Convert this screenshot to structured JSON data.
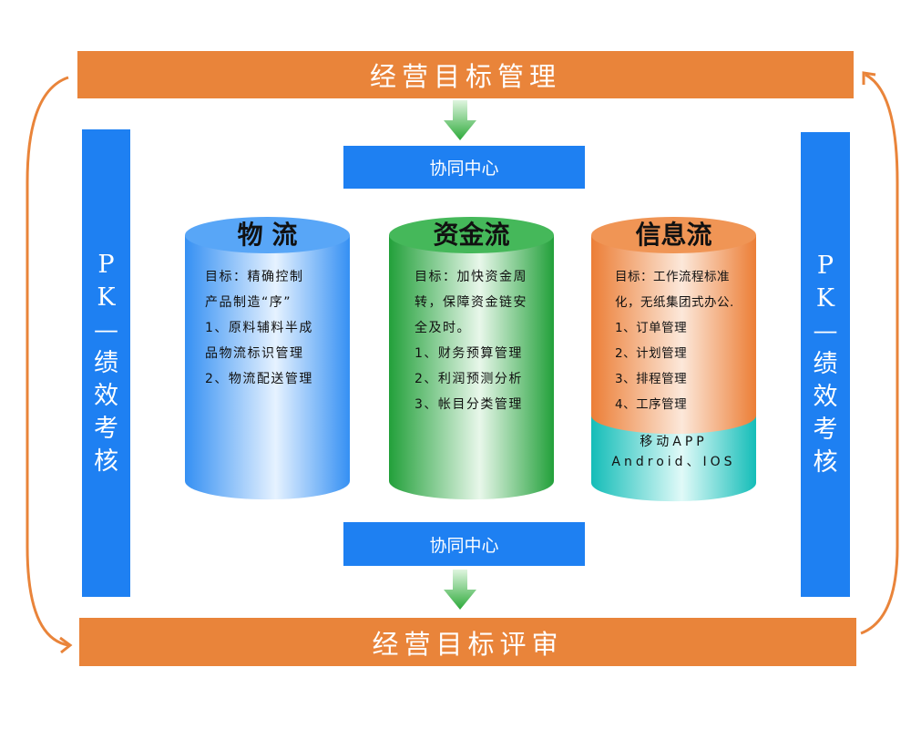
{
  "top_bar": "经营目标管理",
  "bottom_bar": "经营目标评审",
  "sync_top": "协同中心",
  "sync_bottom": "协同中心",
  "side_left": {
    "pk": [
      "P",
      "K"
    ],
    "dash": "—",
    "chars": [
      "绩",
      "效",
      "考",
      "核"
    ]
  },
  "side_right": {
    "pk": [
      "P",
      "K"
    ],
    "dash": "—",
    "chars": [
      "绩",
      "效",
      "考",
      "核"
    ]
  },
  "cylinders": [
    {
      "title": "物 流",
      "lines": [
        "目标：精确控制",
        "产品制造“序”",
        "1、原料辅料半成",
        "品物流标识管理",
        "2、物流配送管理"
      ],
      "color": "#3C96F5"
    },
    {
      "title": "资金流",
      "lines": [
        "目标：加快资金周",
        "转，保障资金链安",
        "全及时。",
        "1、财务预算管理",
        "2、利润预测分析",
        "3、帐目分类管理"
      ],
      "color": "#2EAA45"
    },
    {
      "title": "信息流",
      "lines": [
        "目标：工作流程标准",
        "化，无纸集团式办公.",
        "1、订单管理",
        "2、计划管理",
        "3、排程管理",
        "4、工序管理"
      ],
      "bottom": [
        "移动APP",
        "Android、IOS"
      ],
      "color": "#EC8640",
      "bottom_color": "#20C4C0"
    }
  ]
}
